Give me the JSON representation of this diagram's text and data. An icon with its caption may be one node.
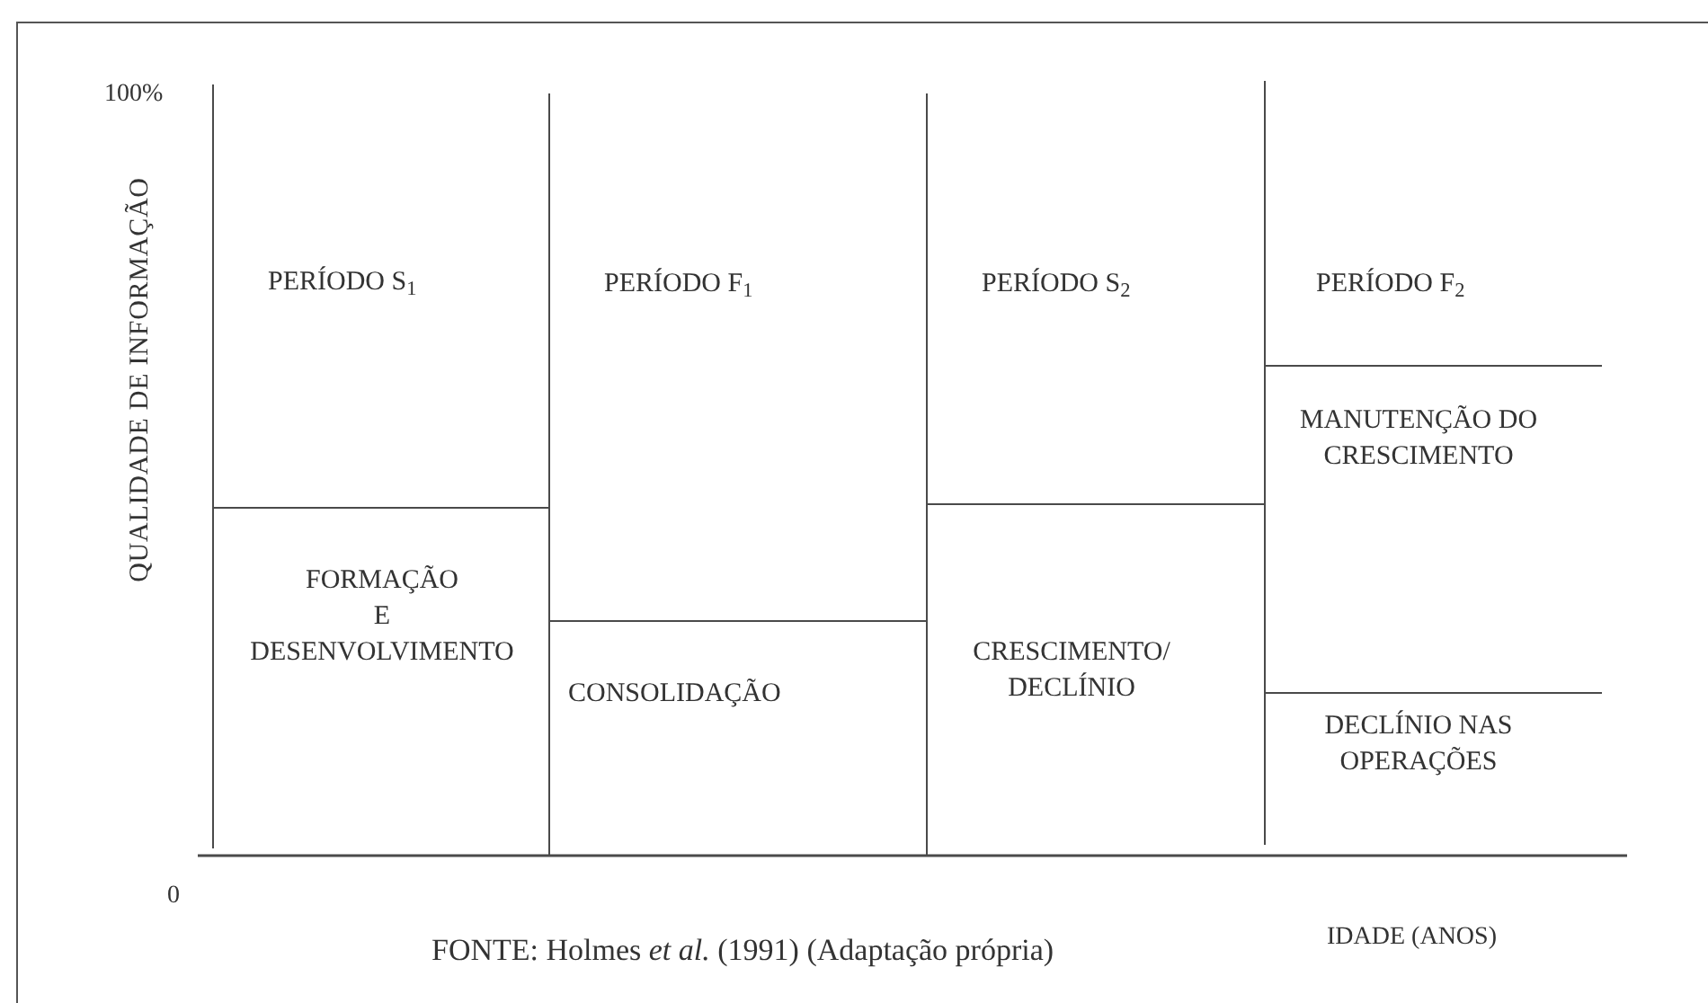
{
  "diagram": {
    "caption": "FONTE: Holmes *et al.* (1991) (Adaptação própria)",
    "nodes": [
      {
        "text": [
          "PERÍODO S$_{1}$"
        ]
      },
      {
        "text": [
          "FORMAÇÃO E DESENVOLVIMENTO"
        ],
        "in": 0
      },
      {
        "text": [
          "PERÍODO F$_{1}$"
        ]
      },
      {
        "text": [
          "CONSOLIDAÇÃO"
        ],
        "in": 2
      },
      {
        "text": [
          "PERÍODO S$_{2}$"
        ]
      },
      {
        "text": [
          "CRESCIMENTO/ DECLÍNIO"
        ],
        "in": 4
      },
      {
        "text": [
          "PERÍODO F$_{2}$"
        ]
      },
      {
        "text": [
          "MANUTENÇÃO DO CRESCIMENTO"
        ],
        "in": 6
      },
      {
        "text": [
          "DECLÍNIO NAS OPERAÇÕES"
        ],
        "in": 6
      }
    ],
    "labels": [
      "100%",
      "QUALIDADE DE INFORMAÇÃO",
      "0",
      "IDADE (ANOS)"
    ]
  }
}
